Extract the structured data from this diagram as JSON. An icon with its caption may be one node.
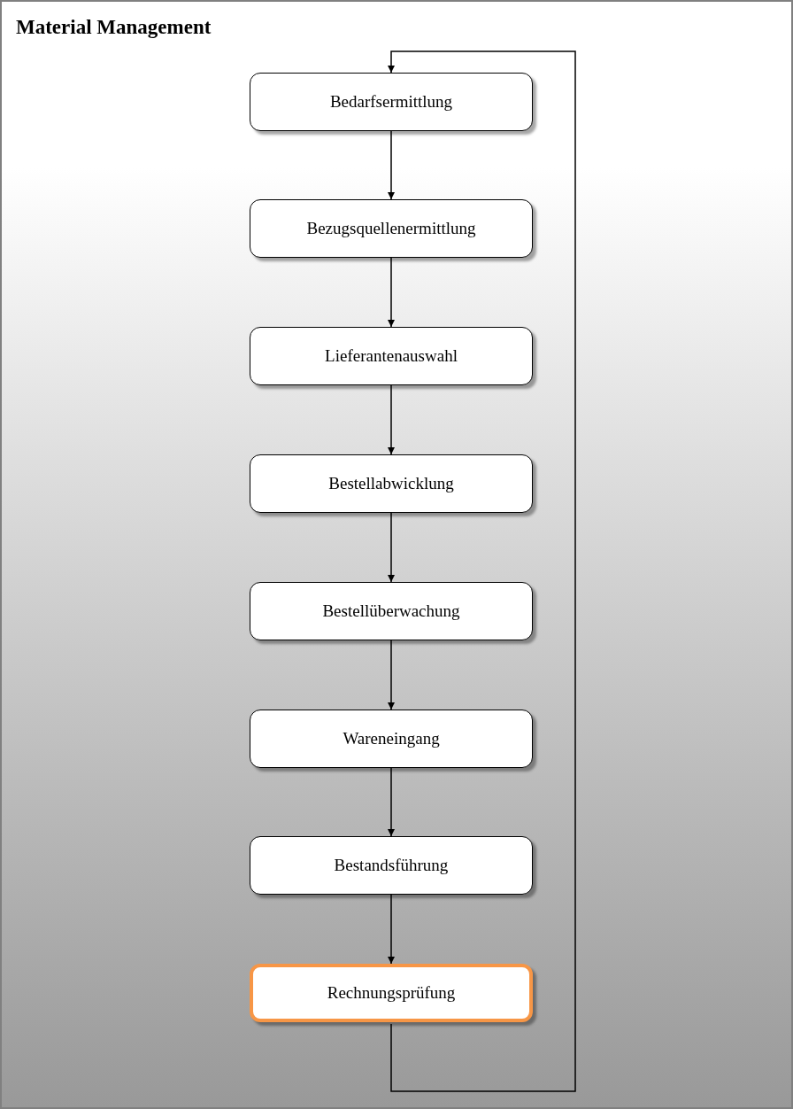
{
  "diagram": {
    "title": "Material Management",
    "nodes": [
      {
        "text": [
          "Bedarfsermittlung"
        ]
      },
      {
        "text": [
          "Bezugsquellenermittlung"
        ]
      },
      {
        "text": [
          "Lieferantenauswahl"
        ]
      },
      {
        "text": [
          "Bestellabwicklung"
        ]
      },
      {
        "text": [
          "Bestellüberwachung"
        ]
      },
      {
        "text": [
          "Wareneingang"
        ]
      },
      {
        "text": [
          "Bestandsführung"
        ]
      },
      {
        "text": [
          "Rechnungsprüfung"
        ]
      }
    ],
    "edges": [
      {
        "from": 0,
        "to": 1,
        "arrow": "to"
      },
      {
        "from": 1,
        "to": 2,
        "arrow": "to"
      },
      {
        "from": 2,
        "to": 3,
        "arrow": "to"
      },
      {
        "from": 3,
        "to": 4,
        "arrow": "to"
      },
      {
        "from": 4,
        "to": 5,
        "arrow": "to"
      },
      {
        "from": 5,
        "to": 6,
        "arrow": "to"
      },
      {
        "from": 6,
        "to": 7,
        "arrow": "to"
      },
      {
        "from": 7,
        "to": 0,
        "arrow": "to"
      }
    ]
  }
}
